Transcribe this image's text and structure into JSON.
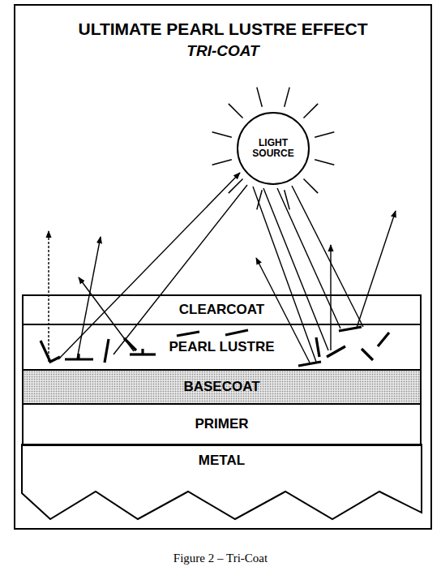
{
  "diagram": {
    "title": "ULTIMATE PEARL LUSTRE EFFECT",
    "caption": "Figure 2 – Tri-Coat",
    "nodes": [
      {
        "text": [
          "LIGHT SOURCE"
        ]
      },
      {
        "text": [
          "CLEARCOAT"
        ]
      },
      {
        "text": [
          "PEARL LUSTRE"
        ]
      },
      {
        "text": [
          "BASECOAT"
        ]
      },
      {
        "text": [
          "PRIMER"
        ]
      },
      {
        "text": [
          "METAL"
        ]
      }
    ],
    "labels": [
      "TRI-COAT"
    ]
  }
}
